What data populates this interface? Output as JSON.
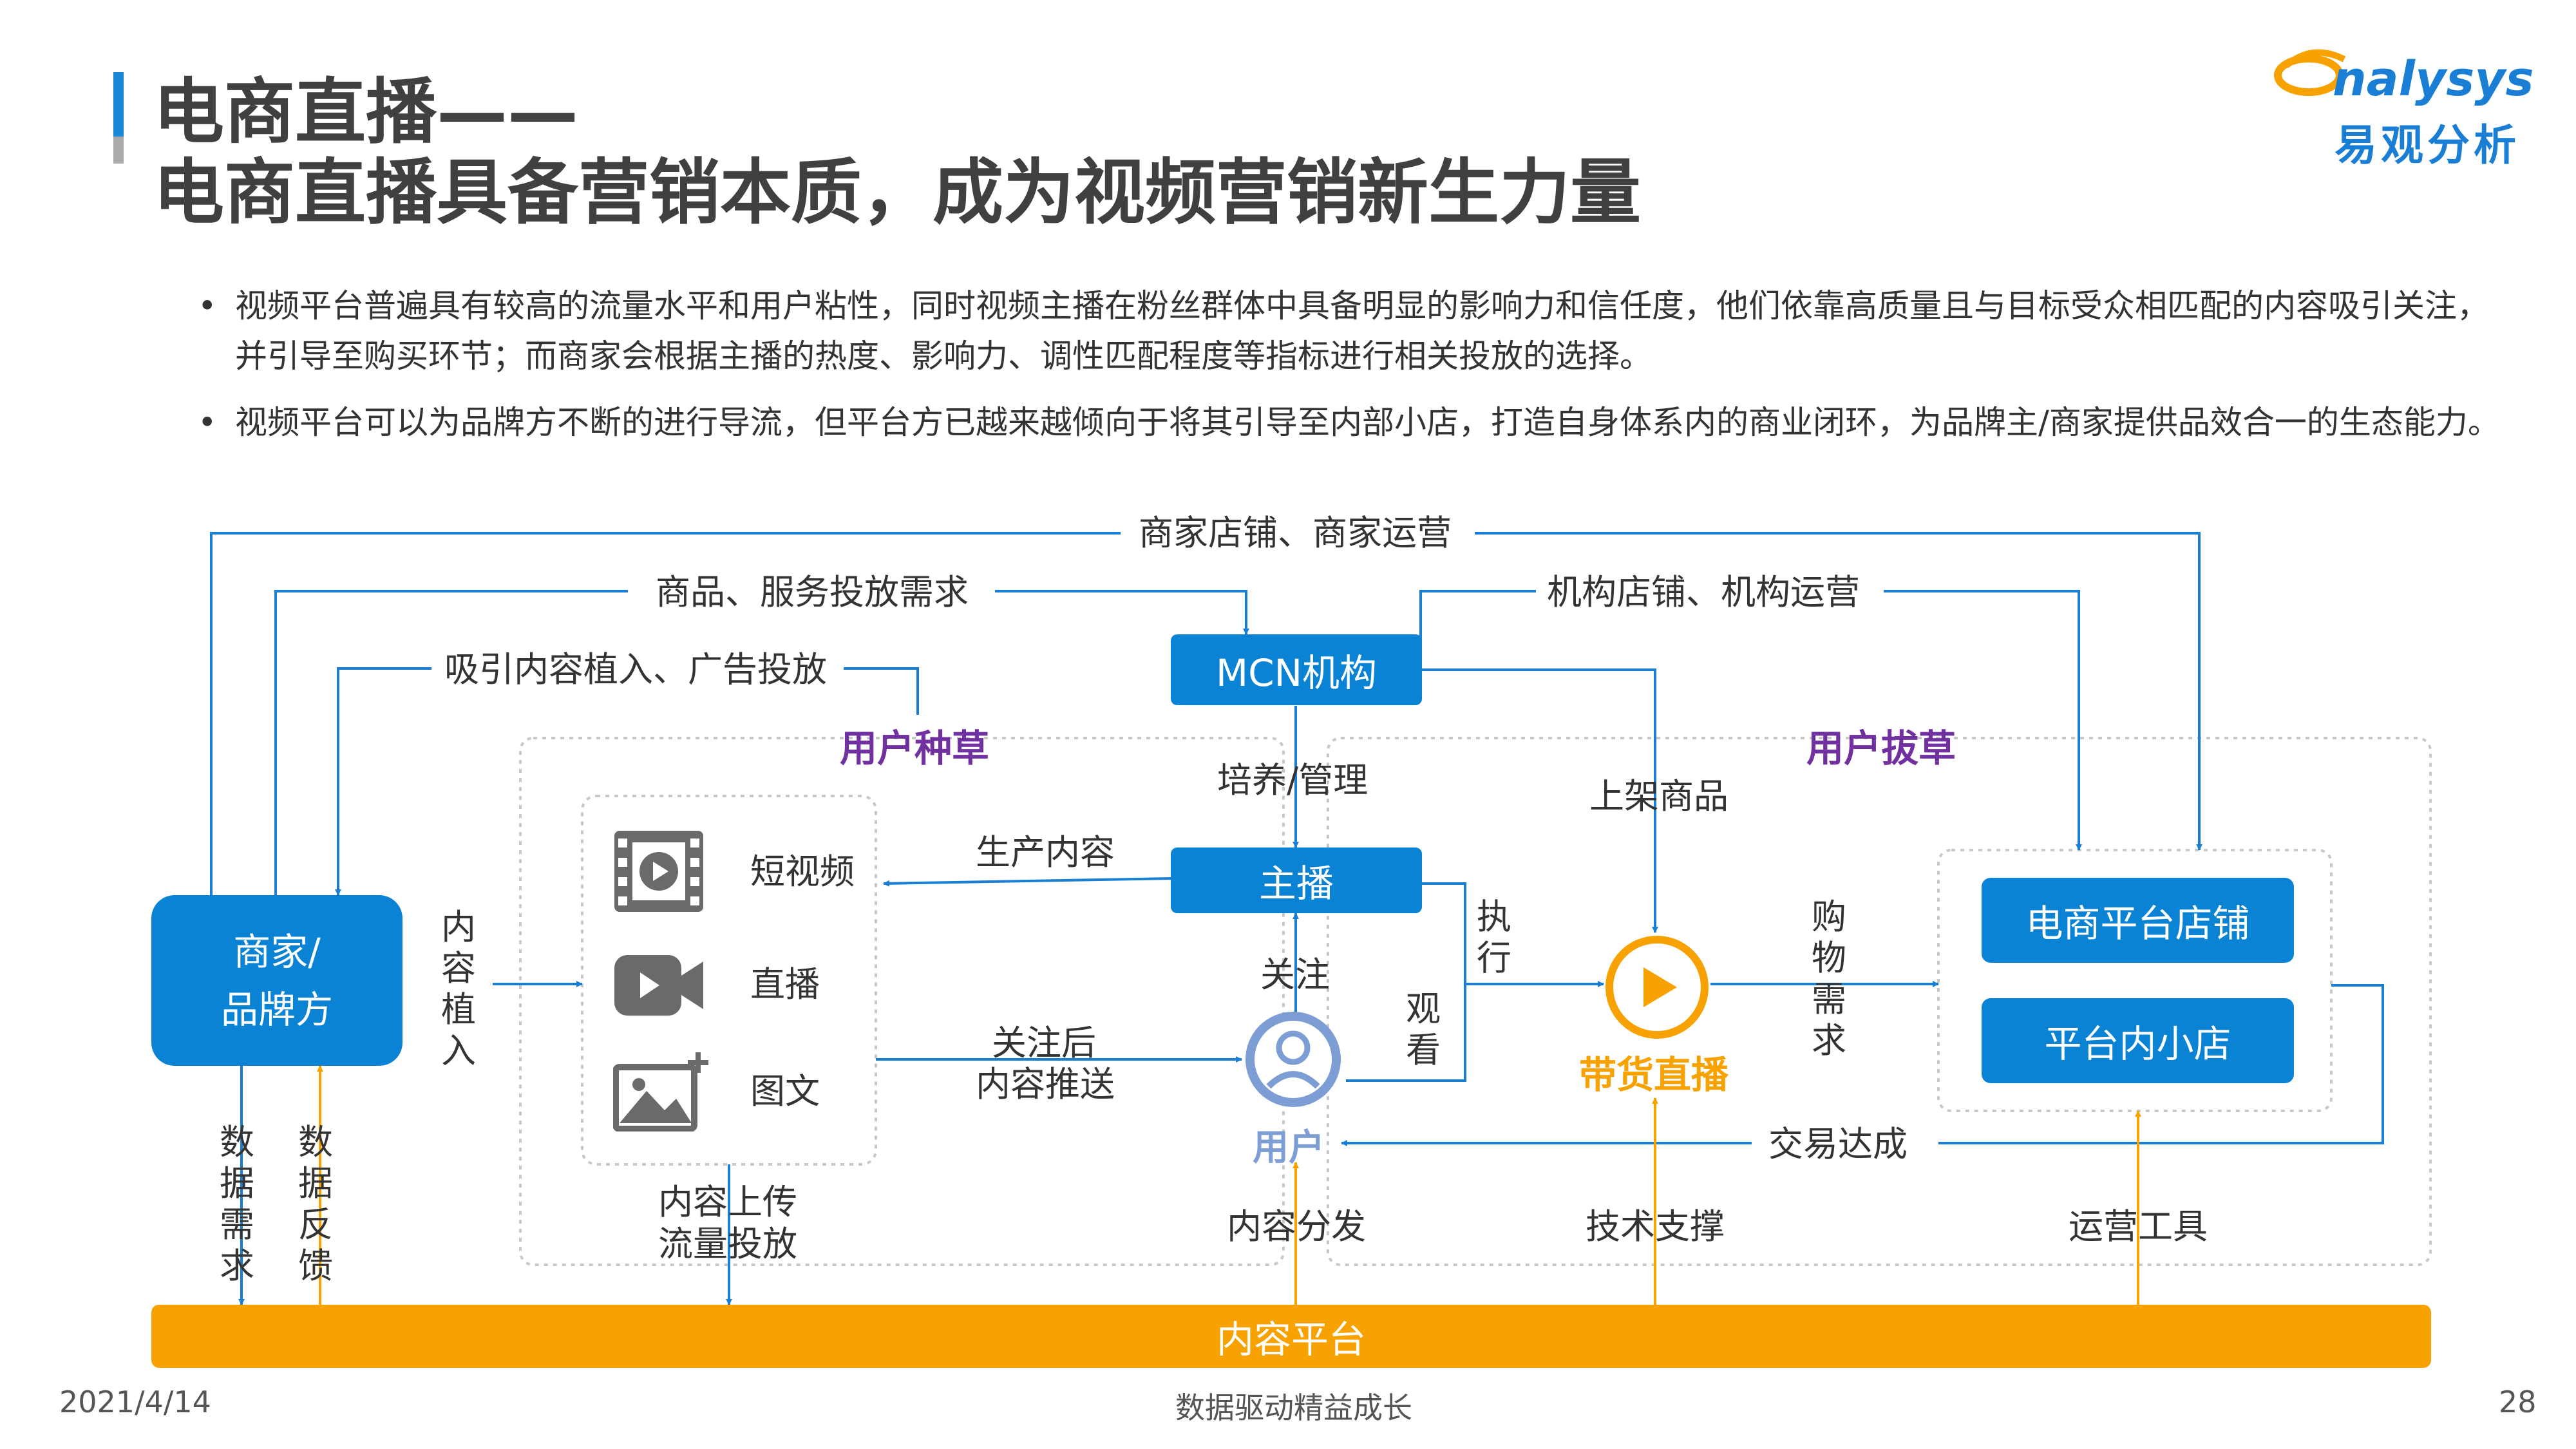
{
  "header": {
    "title_line1": "电商直播——",
    "title_line2": "电商直播具备营销本质，成为视频营销新生力量",
    "logo_word": "nalysys",
    "logo_cn": "易观分析"
  },
  "bullets": [
    "视频平台普遍具有较高的流量水平和用户粘性，同时视频主播在粉丝群体中具备明显的影响力和信任度，他们依靠高质量且与目标受众相匹配的内容吸引关注，并引导至购买环节；而商家会根据主播的热度、影响力、调性匹配程度等指标进行相关投放的选择。",
    "视频平台可以为品牌方不断的进行导流，但平台方已越来越倾向于将其引导至内部小店，打造自身体系内的商业闭环，为品牌主/商家提供品效合一的生态能力。"
  ],
  "diagram": {
    "merchant_line1": "商家/",
    "merchant_line2": "品牌方",
    "mcn": "MCN机构",
    "anchor": "主播",
    "short_video": "短视频",
    "live": "直播",
    "image_text": "图文",
    "user": "用户",
    "live_commerce": "带货直播",
    "ecom_store": "电商平台店铺",
    "mini_store": "平台内小店",
    "content_platform": "内容平台",
    "zone_seed": "用户种草",
    "zone_pull": "用户拔草",
    "lbl_store_ops": "商家店铺、商家运营",
    "lbl_goods_demand": "商品、服务投放需求",
    "lbl_org_ops": "机构店铺、机构运营",
    "lbl_ads": "吸引内容植入、广告投放",
    "lbl_train": "培养/管理",
    "lbl_listing": "上架商品",
    "lbl_produce": "生产内容",
    "lbl_content_embed": "内容植入",
    "lbl_execute": "执行",
    "lbl_buy_demand": "购物需求",
    "lbl_follow": "关注",
    "lbl_watch": "观看",
    "lbl_push_1": "关注后",
    "lbl_push_2": "内容推送",
    "lbl_deal": "交易达成",
    "lbl_data_demand": "数据需求",
    "lbl_data_feedback": "数据反馈",
    "lbl_upload_1": "内容上传",
    "lbl_upload_2": "流量投放",
    "lbl_distribute": "内容分发",
    "lbl_tech": "技术支撑",
    "lbl_ops_tools": "运营工具"
  },
  "footer": {
    "date": "2021/4/14",
    "slogan": "数据驱动精益成长",
    "page": "28"
  },
  "colors": {
    "primary_blue": "#0a83d4",
    "orange": "#f7a200",
    "purple": "#7030a0",
    "arrow_blue": "#1a7fd4",
    "title_gray": "#404040"
  }
}
